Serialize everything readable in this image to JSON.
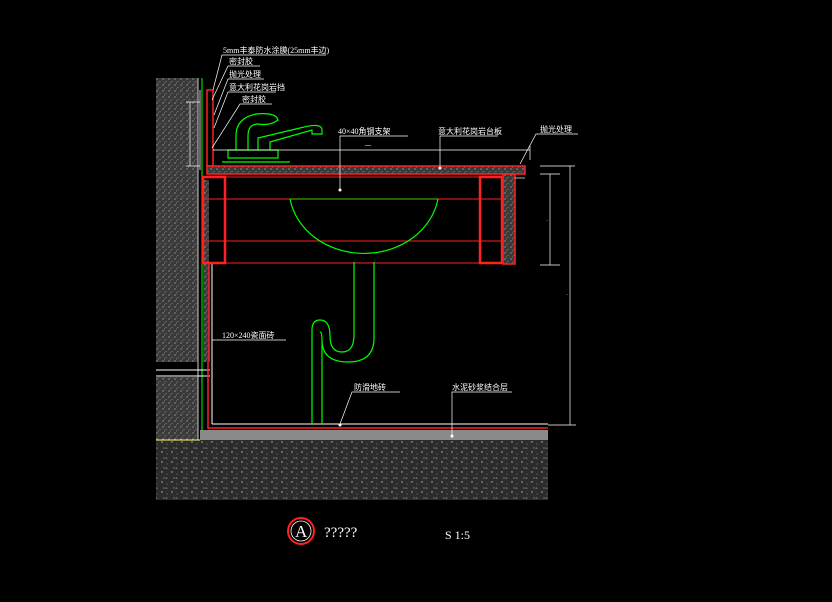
{
  "colors": {
    "background": "#000000",
    "wall_hatch": "#9a9a9a",
    "red": "#ff2020",
    "green": "#00ff00",
    "white": "#ffffff",
    "yellow": "#ffff66"
  },
  "labels": {
    "waterproof_coating": "5mm丰泰防水涂膜(25mm丰边)",
    "sealant": "密封胶",
    "polished_edge_top": "抛光处理",
    "marble_backsplash": "意大利花岗岩挡",
    "sealant_strip": "密封胶",
    "steel_frame": "40×40角钢支架",
    "granite_countertop": "意大利花岗岩台板",
    "polished_edge_right": "抛光处理",
    "wall_tile": "120×240瓷面砖",
    "floor_tile": "防滑地砖",
    "cement_mortar": "水泥砂浆结合层"
  },
  "title": {
    "marker": "A",
    "text": "?????"
  },
  "scale": "S 1:5"
}
